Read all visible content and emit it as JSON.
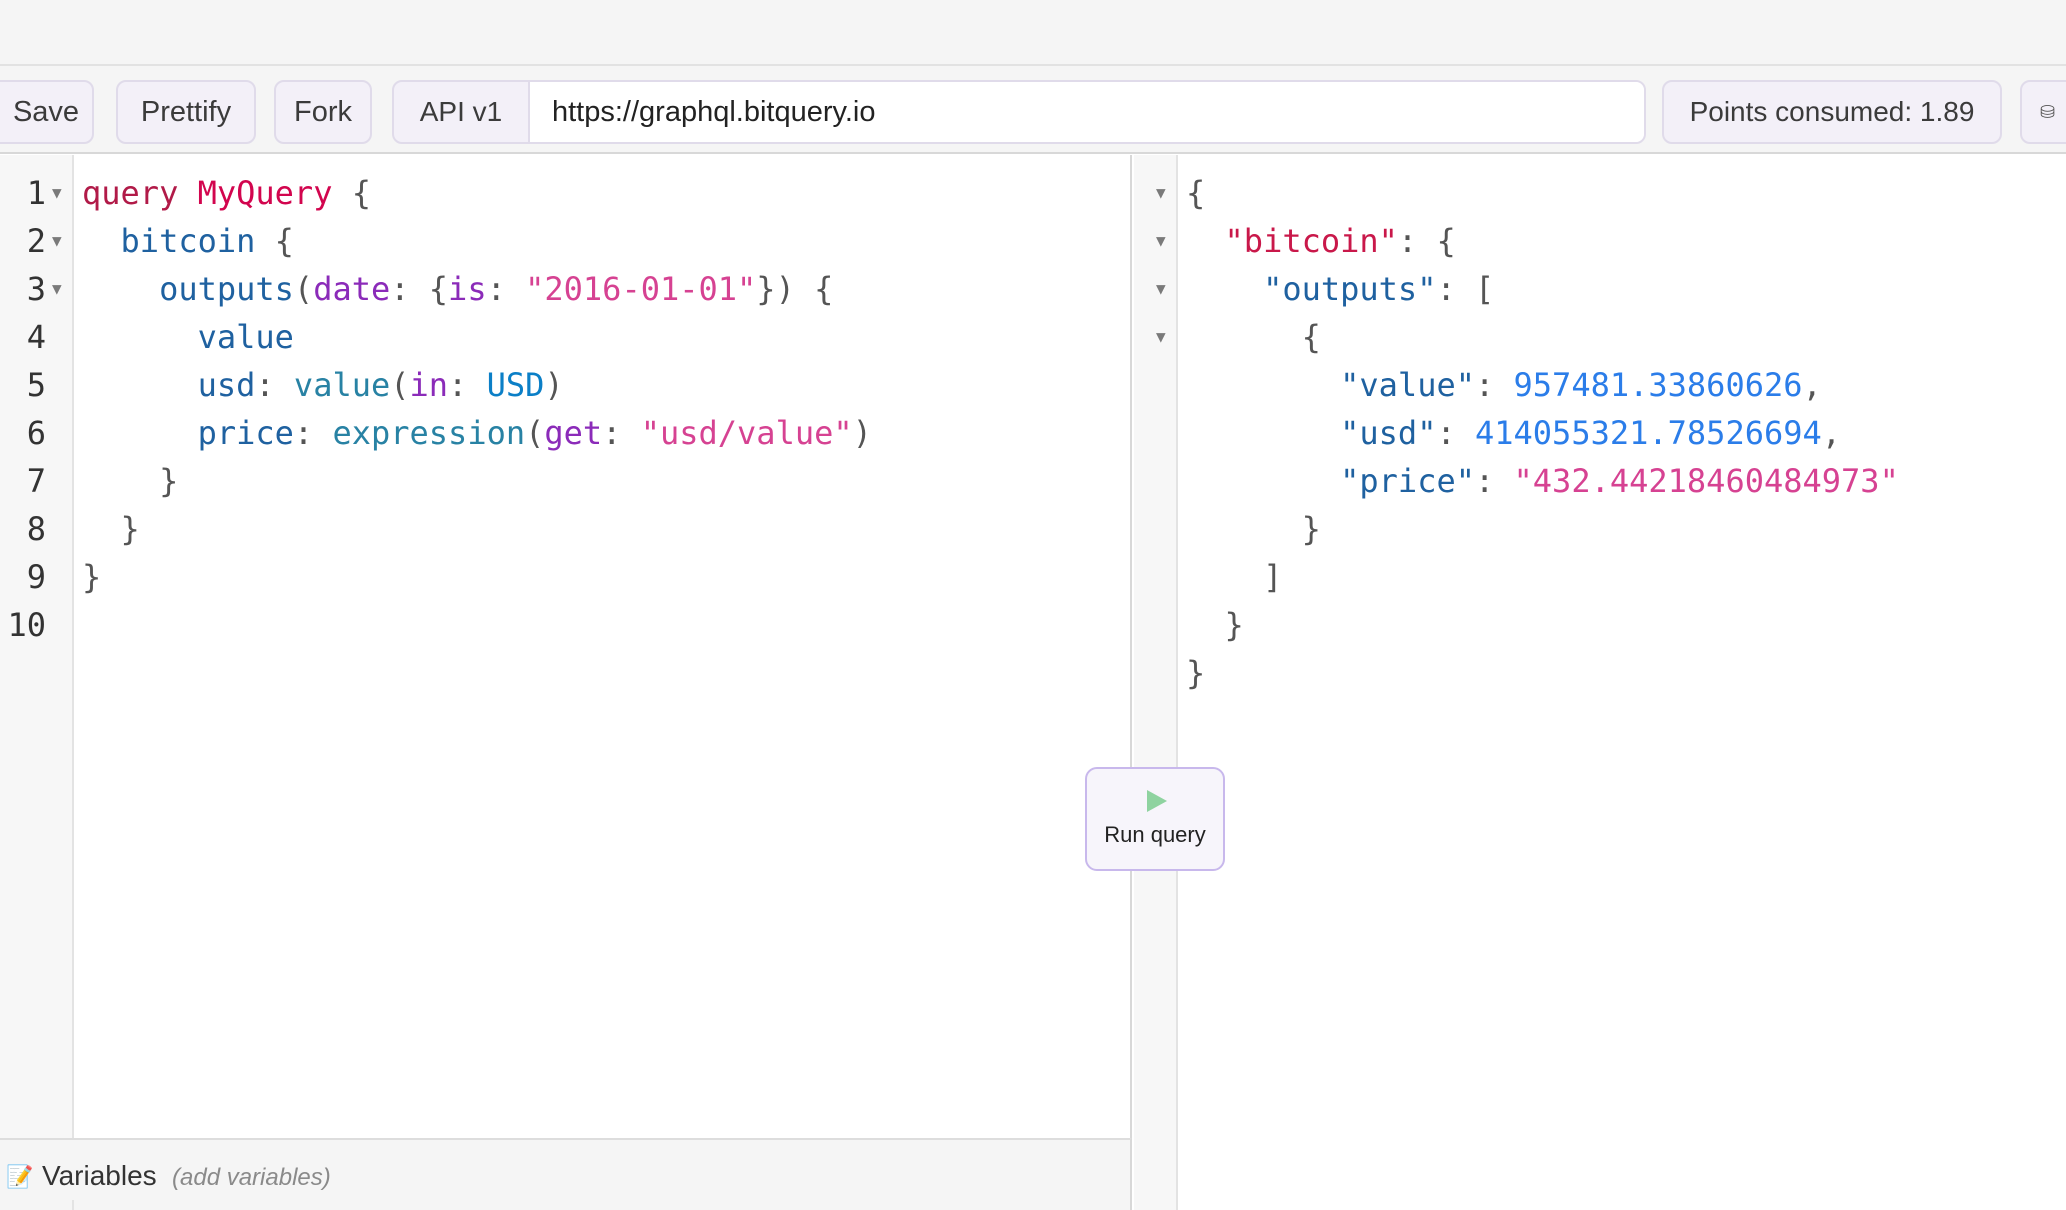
{
  "toolbar": {
    "save_label": "Save",
    "prettify_label": "Prettify",
    "fork_label": "Fork",
    "api_label": "API v1",
    "url_value": "https://graphql.bitquery.io",
    "points_label": "Points consumed: 1.89",
    "db_icon": "database-icon"
  },
  "editor": {
    "lines": [
      {
        "num": "1",
        "folded": true,
        "tokens": [
          {
            "t": "query",
            "c": "kw"
          },
          {
            "t": " ",
            "c": "punc"
          },
          {
            "t": "MyQuery",
            "c": "fname"
          },
          {
            "t": " {",
            "c": "punc"
          }
        ]
      },
      {
        "num": "2",
        "folded": true,
        "tokens": [
          {
            "t": "  ",
            "c": "punc"
          },
          {
            "t": "bitcoin",
            "c": "field"
          },
          {
            "t": " {",
            "c": "punc"
          }
        ]
      },
      {
        "num": "3",
        "folded": true,
        "tokens": [
          {
            "t": "    ",
            "c": "punc"
          },
          {
            "t": "outputs",
            "c": "field"
          },
          {
            "t": "(",
            "c": "punc"
          },
          {
            "t": "date",
            "c": "arg"
          },
          {
            "t": ": {",
            "c": "punc"
          },
          {
            "t": "is",
            "c": "arg"
          },
          {
            "t": ": ",
            "c": "punc"
          },
          {
            "t": "\"2016-01-01\"",
            "c": "str"
          },
          {
            "t": "}) {",
            "c": "punc"
          }
        ]
      },
      {
        "num": "4",
        "folded": false,
        "tokens": [
          {
            "t": "      ",
            "c": "punc"
          },
          {
            "t": "value",
            "c": "field"
          }
        ]
      },
      {
        "num": "5",
        "folded": false,
        "tokens": [
          {
            "t": "      ",
            "c": "punc"
          },
          {
            "t": "usd",
            "c": "field"
          },
          {
            "t": ": ",
            "c": "punc"
          },
          {
            "t": "value",
            "c": "fn"
          },
          {
            "t": "(",
            "c": "punc"
          },
          {
            "t": "in",
            "c": "arg"
          },
          {
            "t": ": ",
            "c": "punc"
          },
          {
            "t": "USD",
            "c": "enum"
          },
          {
            "t": ")",
            "c": "punc"
          }
        ]
      },
      {
        "num": "6",
        "folded": false,
        "tokens": [
          {
            "t": "      ",
            "c": "punc"
          },
          {
            "t": "price",
            "c": "field"
          },
          {
            "t": ": ",
            "c": "punc"
          },
          {
            "t": "expression",
            "c": "fn"
          },
          {
            "t": "(",
            "c": "punc"
          },
          {
            "t": "get",
            "c": "arg"
          },
          {
            "t": ": ",
            "c": "punc"
          },
          {
            "t": "\"usd/value\"",
            "c": "str"
          },
          {
            "t": ")",
            "c": "punc"
          }
        ]
      },
      {
        "num": "7",
        "folded": false,
        "tokens": [
          {
            "t": "    }",
            "c": "punc"
          }
        ]
      },
      {
        "num": "8",
        "folded": false,
        "tokens": [
          {
            "t": "  }",
            "c": "punc"
          }
        ]
      },
      {
        "num": "9",
        "folded": false,
        "tokens": [
          {
            "t": "}",
            "c": "punc"
          }
        ]
      },
      {
        "num": "10",
        "folded": false,
        "tokens": []
      }
    ]
  },
  "variables": {
    "title": "Variables",
    "hint": "(add variables)",
    "icon": "memo-icon"
  },
  "run": {
    "label": "Run query",
    "icon": "play-icon"
  },
  "result": {
    "lines": [
      {
        "folded": true,
        "tokens": [
          {
            "t": "{",
            "c": "punc"
          }
        ]
      },
      {
        "folded": true,
        "tokens": [
          {
            "t": "  ",
            "c": "punc"
          },
          {
            "t": "\"bitcoin\"",
            "c": "jkey-top"
          },
          {
            "t": ": {",
            "c": "punc"
          }
        ]
      },
      {
        "folded": true,
        "tokens": [
          {
            "t": "    ",
            "c": "punc"
          },
          {
            "t": "\"outputs\"",
            "c": "jkey"
          },
          {
            "t": ": [",
            "c": "punc"
          }
        ]
      },
      {
        "folded": true,
        "tokens": [
          {
            "t": "      {",
            "c": "punc"
          }
        ]
      },
      {
        "folded": false,
        "tokens": [
          {
            "t": "        ",
            "c": "punc"
          },
          {
            "t": "\"value\"",
            "c": "jkey"
          },
          {
            "t": ": ",
            "c": "punc"
          },
          {
            "t": "957481.33860626",
            "c": "jnum"
          },
          {
            "t": ",",
            "c": "punc"
          }
        ]
      },
      {
        "folded": false,
        "tokens": [
          {
            "t": "        ",
            "c": "punc"
          },
          {
            "t": "\"usd\"",
            "c": "jkey"
          },
          {
            "t": ": ",
            "c": "punc"
          },
          {
            "t": "414055321.78526694",
            "c": "jnum"
          },
          {
            "t": ",",
            "c": "punc"
          }
        ]
      },
      {
        "folded": false,
        "tokens": [
          {
            "t": "        ",
            "c": "punc"
          },
          {
            "t": "\"price\"",
            "c": "jkey"
          },
          {
            "t": ": ",
            "c": "punc"
          },
          {
            "t": "\"432.44218460484973\"",
            "c": "jstr"
          }
        ]
      },
      {
        "folded": false,
        "tokens": [
          {
            "t": "      }",
            "c": "punc"
          }
        ]
      },
      {
        "folded": false,
        "tokens": [
          {
            "t": "    ]",
            "c": "punc"
          }
        ]
      },
      {
        "folded": false,
        "tokens": [
          {
            "t": "  }",
            "c": "punc"
          }
        ]
      },
      {
        "folded": false,
        "tokens": [
          {
            "t": "}",
            "c": "punc"
          }
        ]
      }
    ]
  }
}
